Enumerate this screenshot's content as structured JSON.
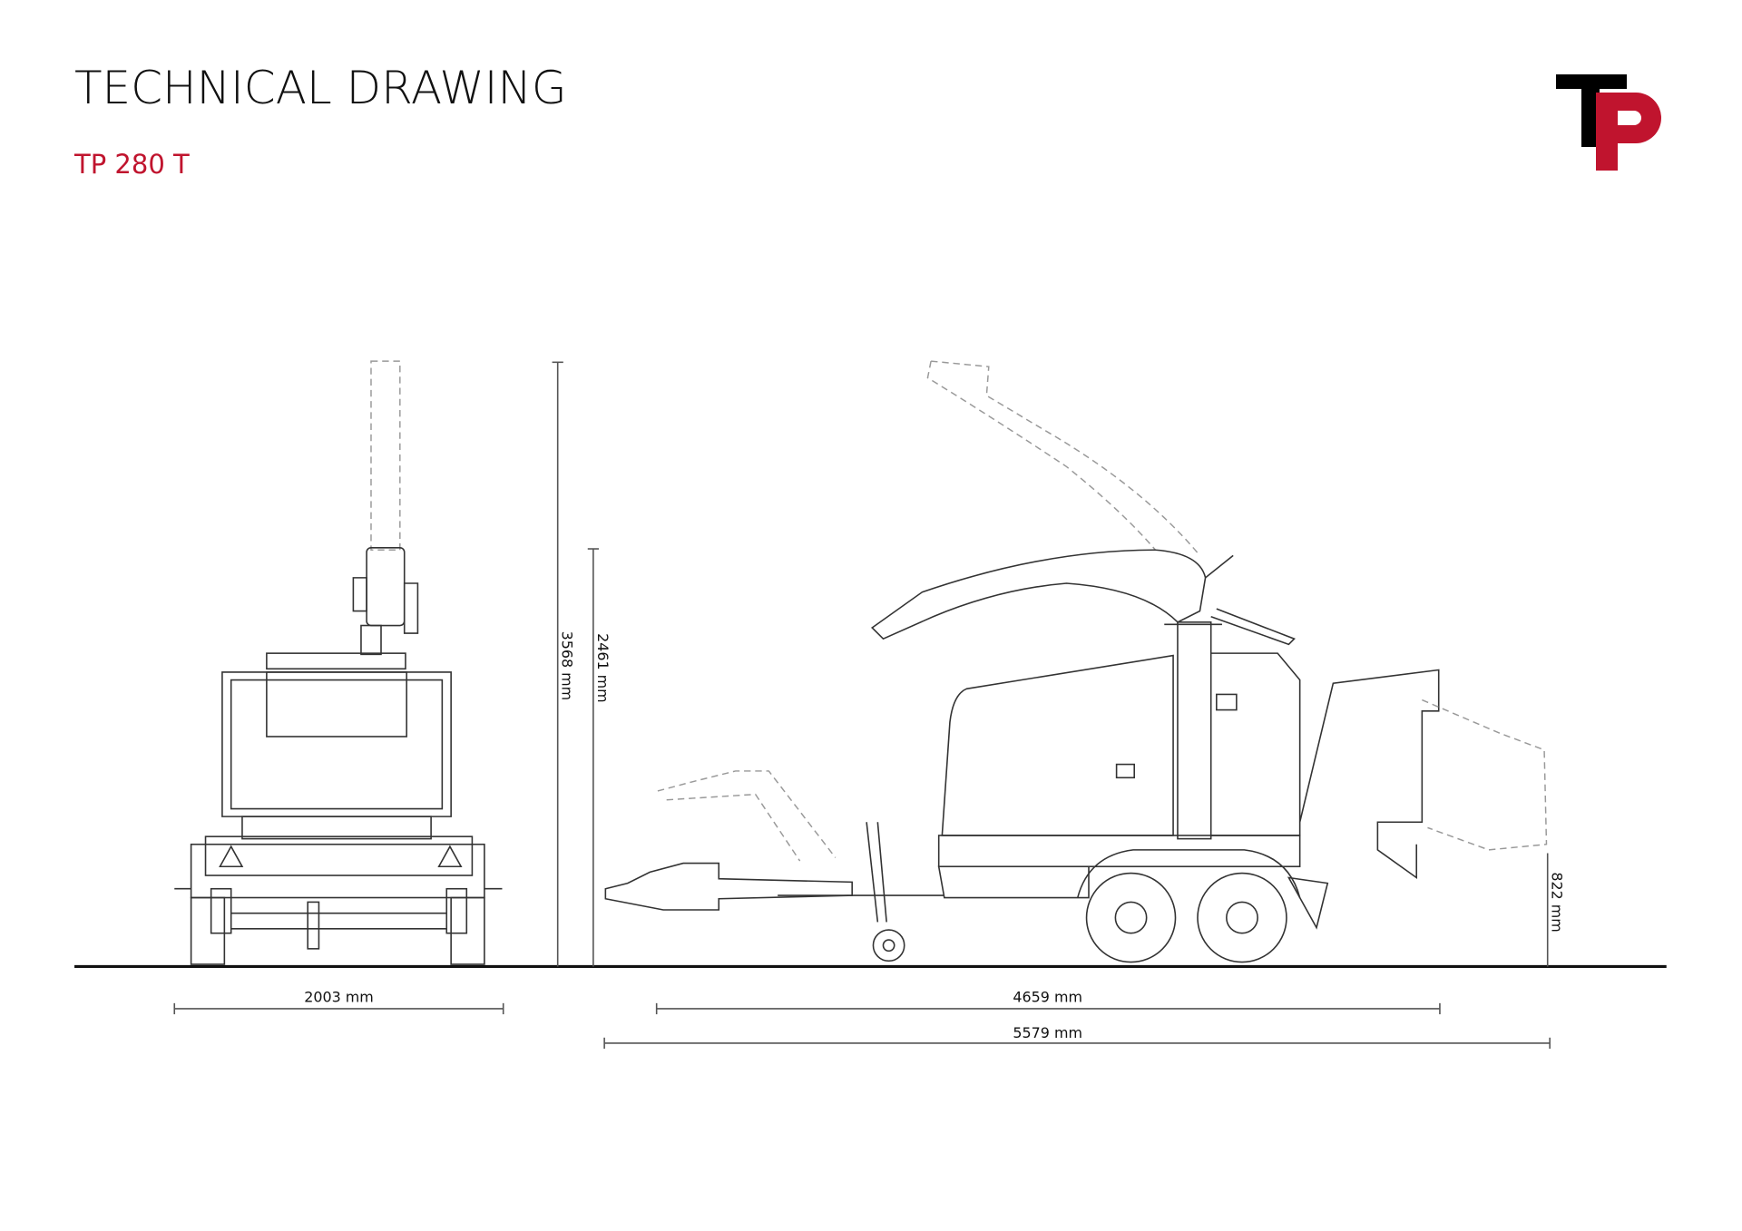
{
  "header": {
    "title": "TECHNICAL DRAWING",
    "model": "TP 280 T"
  },
  "logo": {
    "text": "TP",
    "colors": {
      "t": "#000000",
      "p": "#c0142e"
    }
  },
  "dimensions": {
    "width": "2003 mm",
    "total_height": "3568 mm",
    "body_height": "2461 mm",
    "length_body": "4659 mm",
    "length_total": "5579 mm",
    "infeed_height": "822 mm"
  },
  "colors": {
    "accent": "#c0142e",
    "line": "#333333"
  }
}
